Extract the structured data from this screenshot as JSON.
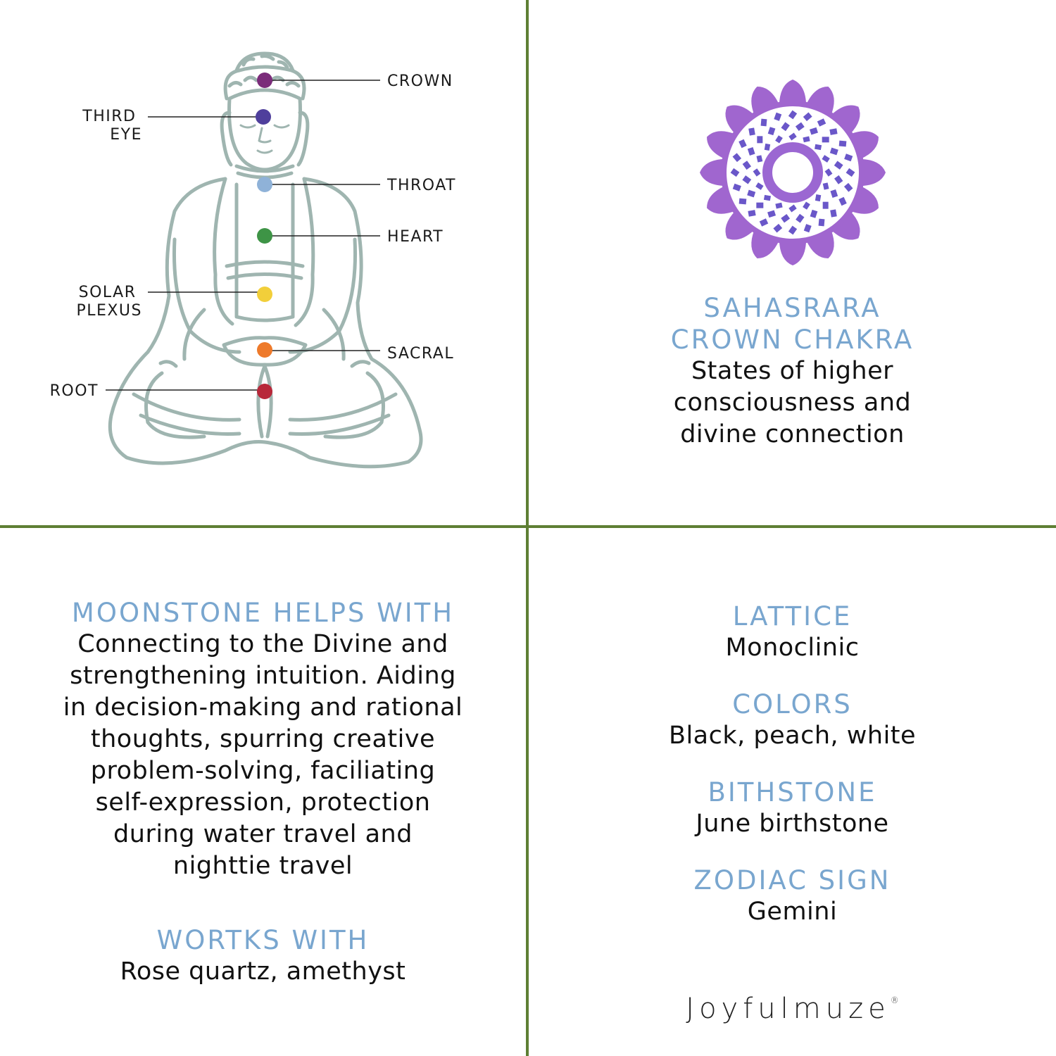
{
  "diagram": {
    "chakras": [
      {
        "label": "CROWN",
        "color": "#7b2c7a",
        "side": "right"
      },
      {
        "label": "THIRD\nEYE",
        "color": "#4f3f9c",
        "side": "left"
      },
      {
        "label": "THROAT",
        "color": "#8fb2d8",
        "side": "right"
      },
      {
        "label": "HEART",
        "color": "#3e9446",
        "side": "right"
      },
      {
        "label": "SOLAR\nPLEXUS",
        "color": "#f2cf3a",
        "side": "left"
      },
      {
        "label": "SACRAL",
        "color": "#ee7a2b",
        "side": "right"
      },
      {
        "label": "ROOT",
        "color": "#b8283a",
        "side": "left"
      }
    ],
    "figure_color": "#9fb5b0"
  },
  "chakra": {
    "name": "SAHASRARA",
    "type": "CROWN CHAKRA",
    "description_lines": [
      "States of higher",
      "consciousness and",
      "divine connection"
    ],
    "symbol_colors": {
      "petals": "#a066cf",
      "lattice": "#6a57c9",
      "ring": "#9b67d2"
    }
  },
  "helps": {
    "title": "MOONSTONE HELPS WITH",
    "lines": [
      "Connecting to the Divine and",
      "strengthening intuition. Aiding",
      "in decision-making and rational",
      "thoughts, spurring creative",
      "problem-solving, faciliating",
      "self-expression, protection",
      "during water travel and",
      "nighttie travel"
    ]
  },
  "works": {
    "title": "WORTKS WITH",
    "value": "Rose quartz, amethyst"
  },
  "properties": [
    {
      "title": "LATTICE",
      "value": "Monoclinic"
    },
    {
      "title": "COLORS",
      "value": "Black, peach, white"
    },
    {
      "title": "BITHSTONE",
      "value": "June birthstone"
    },
    {
      "title": "ZODIAC SIGN",
      "value": "Gemini"
    }
  ],
  "brand": {
    "name": "Joyfulmuze",
    "mark": "®"
  },
  "colors": {
    "heading": "#79a6cf",
    "divider": "#5e7f34"
  }
}
